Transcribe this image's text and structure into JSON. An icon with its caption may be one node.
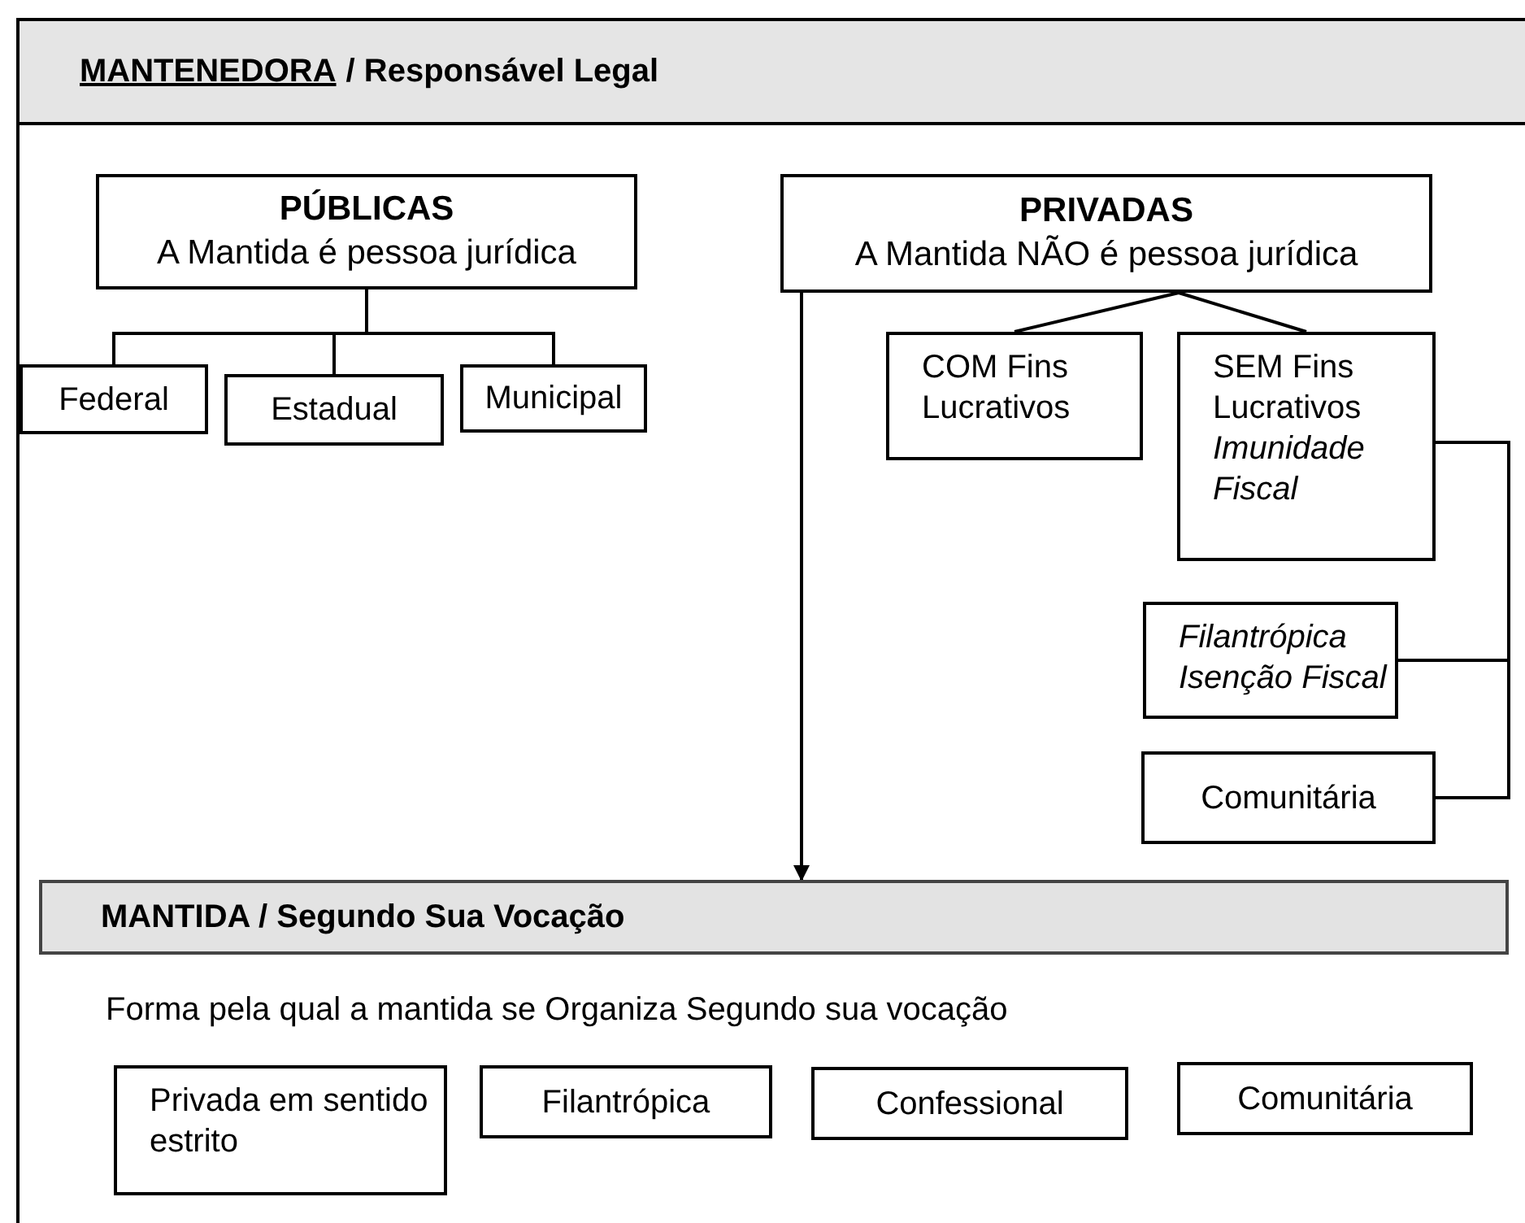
{
  "diagram": {
    "nodes": [
      {
        "text": [
          "MANTENEDORA",
          "/ Responsável Legal"
        ]
      },
      {
        "text": [
          "PÚBLICAS",
          "A Mantida é pessoa jurídica"
        ]
      },
      {
        "text": [
          "PRIVADAS",
          "A Mantida NÃO é pessoa jurídica"
        ]
      },
      {
        "text": [
          "Federal"
        ]
      },
      {
        "text": [
          "Estadual"
        ]
      },
      {
        "text": [
          "Municipal"
        ]
      },
      {
        "text": [
          "COM Fins Lucrativos"
        ]
      },
      {
        "text": [
          "SEM Fins Lucrativos",
          "*Imunidade Fiscal*"
        ]
      },
      {
        "text": [
          "*Filantrópica Isenção Fiscal*"
        ]
      },
      {
        "text": [
          "Comunitária"
        ]
      },
      {
        "text": [
          "MANTIDA / Segundo Sua Vocação"
        ]
      },
      {
        "text": [
          "Privada em sentido estrito"
        ]
      },
      {
        "text": [
          "Filantrópica"
        ]
      },
      {
        "text": [
          "Confessional"
        ]
      },
      {
        "text": [
          "Comunitária"
        ]
      }
    ],
    "edges": [
      {
        "from": 1,
        "to": 3,
        "arrow": "none"
      },
      {
        "from": 1,
        "to": 4,
        "arrow": "none"
      },
      {
        "from": 1,
        "to": 5,
        "arrow": "none"
      },
      {
        "from": 2,
        "to": 6,
        "arrow": "none"
      },
      {
        "from": 2,
        "to": 7,
        "arrow": "none"
      },
      {
        "from": 7,
        "to": 8,
        "arrow": "none"
      },
      {
        "from": 7,
        "to": 9,
        "arrow": "none"
      },
      {
        "from": 2,
        "to": 10,
        "arrow": "to"
      }
    ],
    "labels": [
      "Forma pela qual a mantida se Organiza Segundo sua vocação"
    ]
  }
}
